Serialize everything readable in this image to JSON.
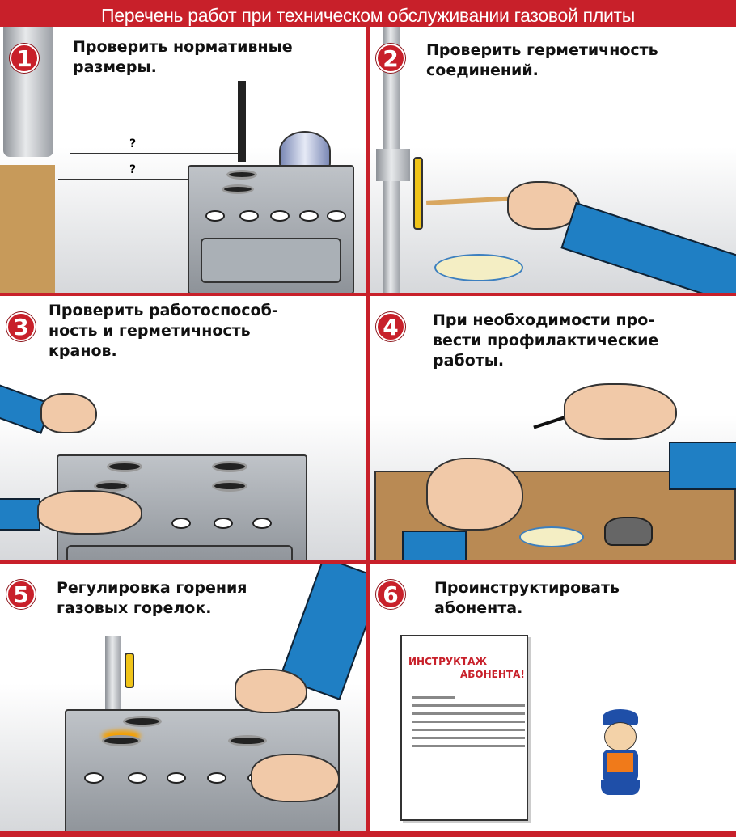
{
  "header": {
    "title": "Перечень работ при техническом обслуживании газовой плиты"
  },
  "panels": [
    {
      "number": "1",
      "title_line1": "Проверить нормативные",
      "title_line2": "размеры.",
      "dimension_labels": [
        "?",
        "?"
      ]
    },
    {
      "number": "2",
      "title_line1": "Проверить герметичность",
      "title_line2": "соединений."
    },
    {
      "number": "3",
      "title_line1": "Проверить работоспособ-",
      "title_line2": "ность и герметичность",
      "title_line3": "кранов."
    },
    {
      "number": "4",
      "title_line1": "При необходимости про-",
      "title_line2": "вести профилактические",
      "title_line3": "работы."
    },
    {
      "number": "5",
      "title_line1": "Регулировка горения",
      "title_line2": "газовых горелок."
    },
    {
      "number": "6",
      "title_line1": "Проинструктировать",
      "title_line2": "абонента.",
      "document": {
        "heading_line1": "ИНСТРУКТАЖ",
        "heading_line2": "АБОНЕНТА!"
      }
    }
  ],
  "colors": {
    "accent": "#c8202a",
    "sleeve": "#1f7fc4"
  }
}
